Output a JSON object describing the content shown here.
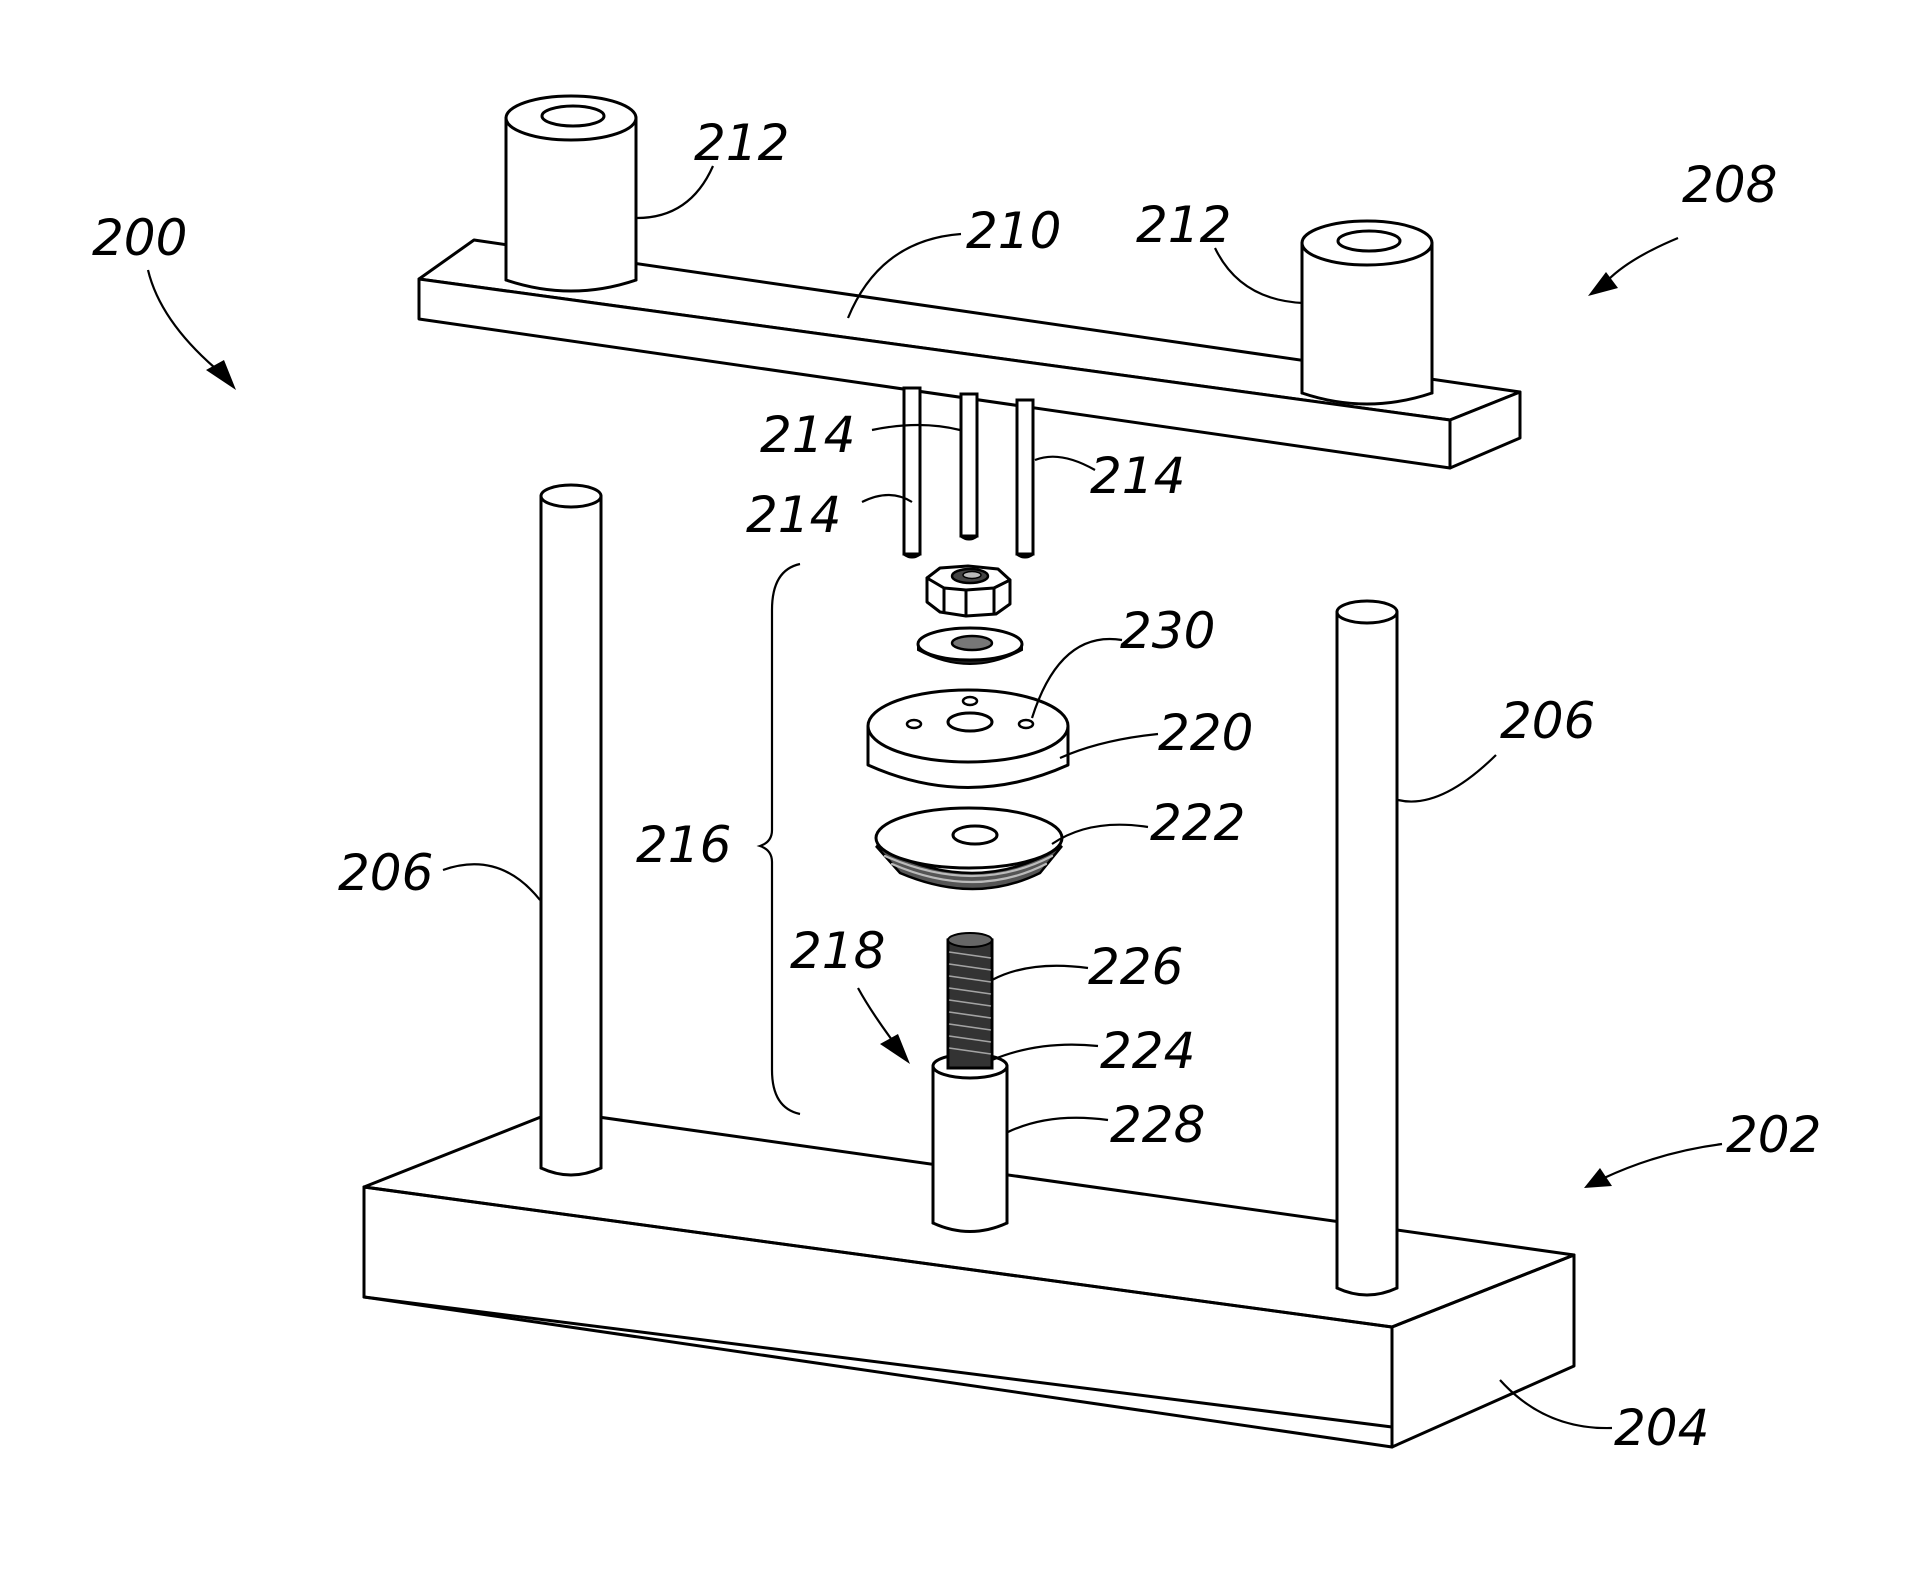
{
  "labels": {
    "l200": "200",
    "l202": "202",
    "l204": "204",
    "l206_left": "206",
    "l206_right": "206",
    "l208": "208",
    "l210": "210",
    "l212_left": "212",
    "l212_right": "212",
    "l214_a": "214",
    "l214_b": "214",
    "l214_c": "214",
    "l216": "216",
    "l218": "218",
    "l220": "220",
    "l222": "222",
    "l224": "224",
    "l226": "226",
    "l228": "228",
    "l230": "230"
  }
}
